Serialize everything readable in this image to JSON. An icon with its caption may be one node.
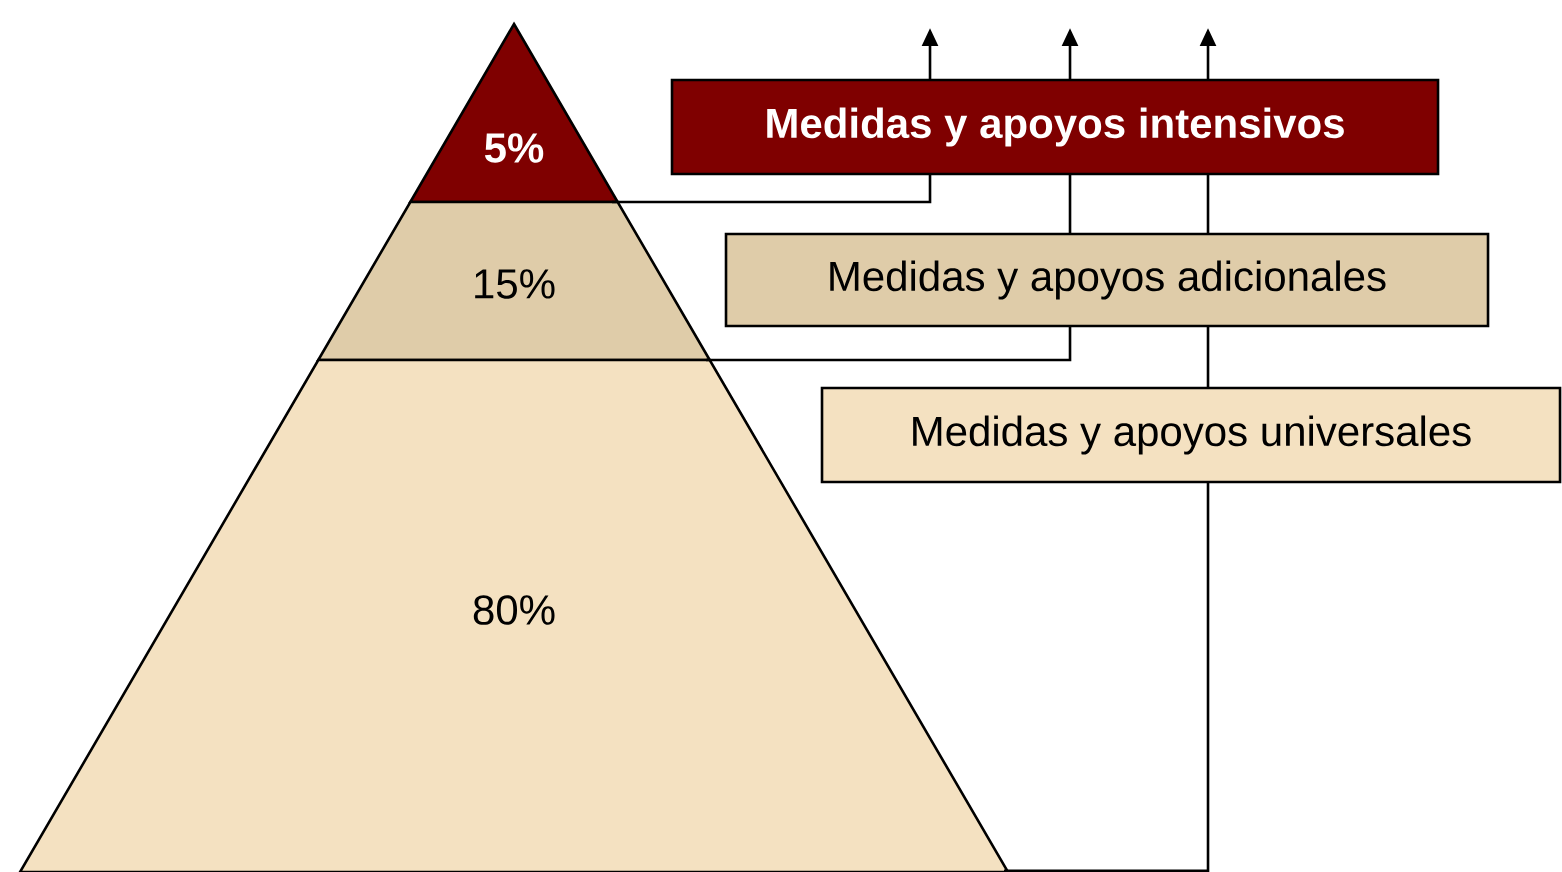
{
  "diagram": {
    "nodes": [
      {
        "text": [
          "5%"
        ]
      },
      {
        "text": [
          "15%"
        ]
      },
      {
        "text": [
          "80%"
        ]
      },
      {
        "text": [
          "Medidas y apoyos intensivos"
        ]
      },
      {
        "text": [
          "Medidas y apoyos adicionales"
        ]
      },
      {
        "text": [
          "Medidas y apoyos universales"
        ]
      }
    ],
    "edges": [
      {
        "from": 0,
        "to": null,
        "arrow": "to"
      },
      {
        "from": 1,
        "to": null,
        "arrow": "to"
      },
      {
        "from": 2,
        "to": null,
        "arrow": "to"
      }
    ]
  }
}
